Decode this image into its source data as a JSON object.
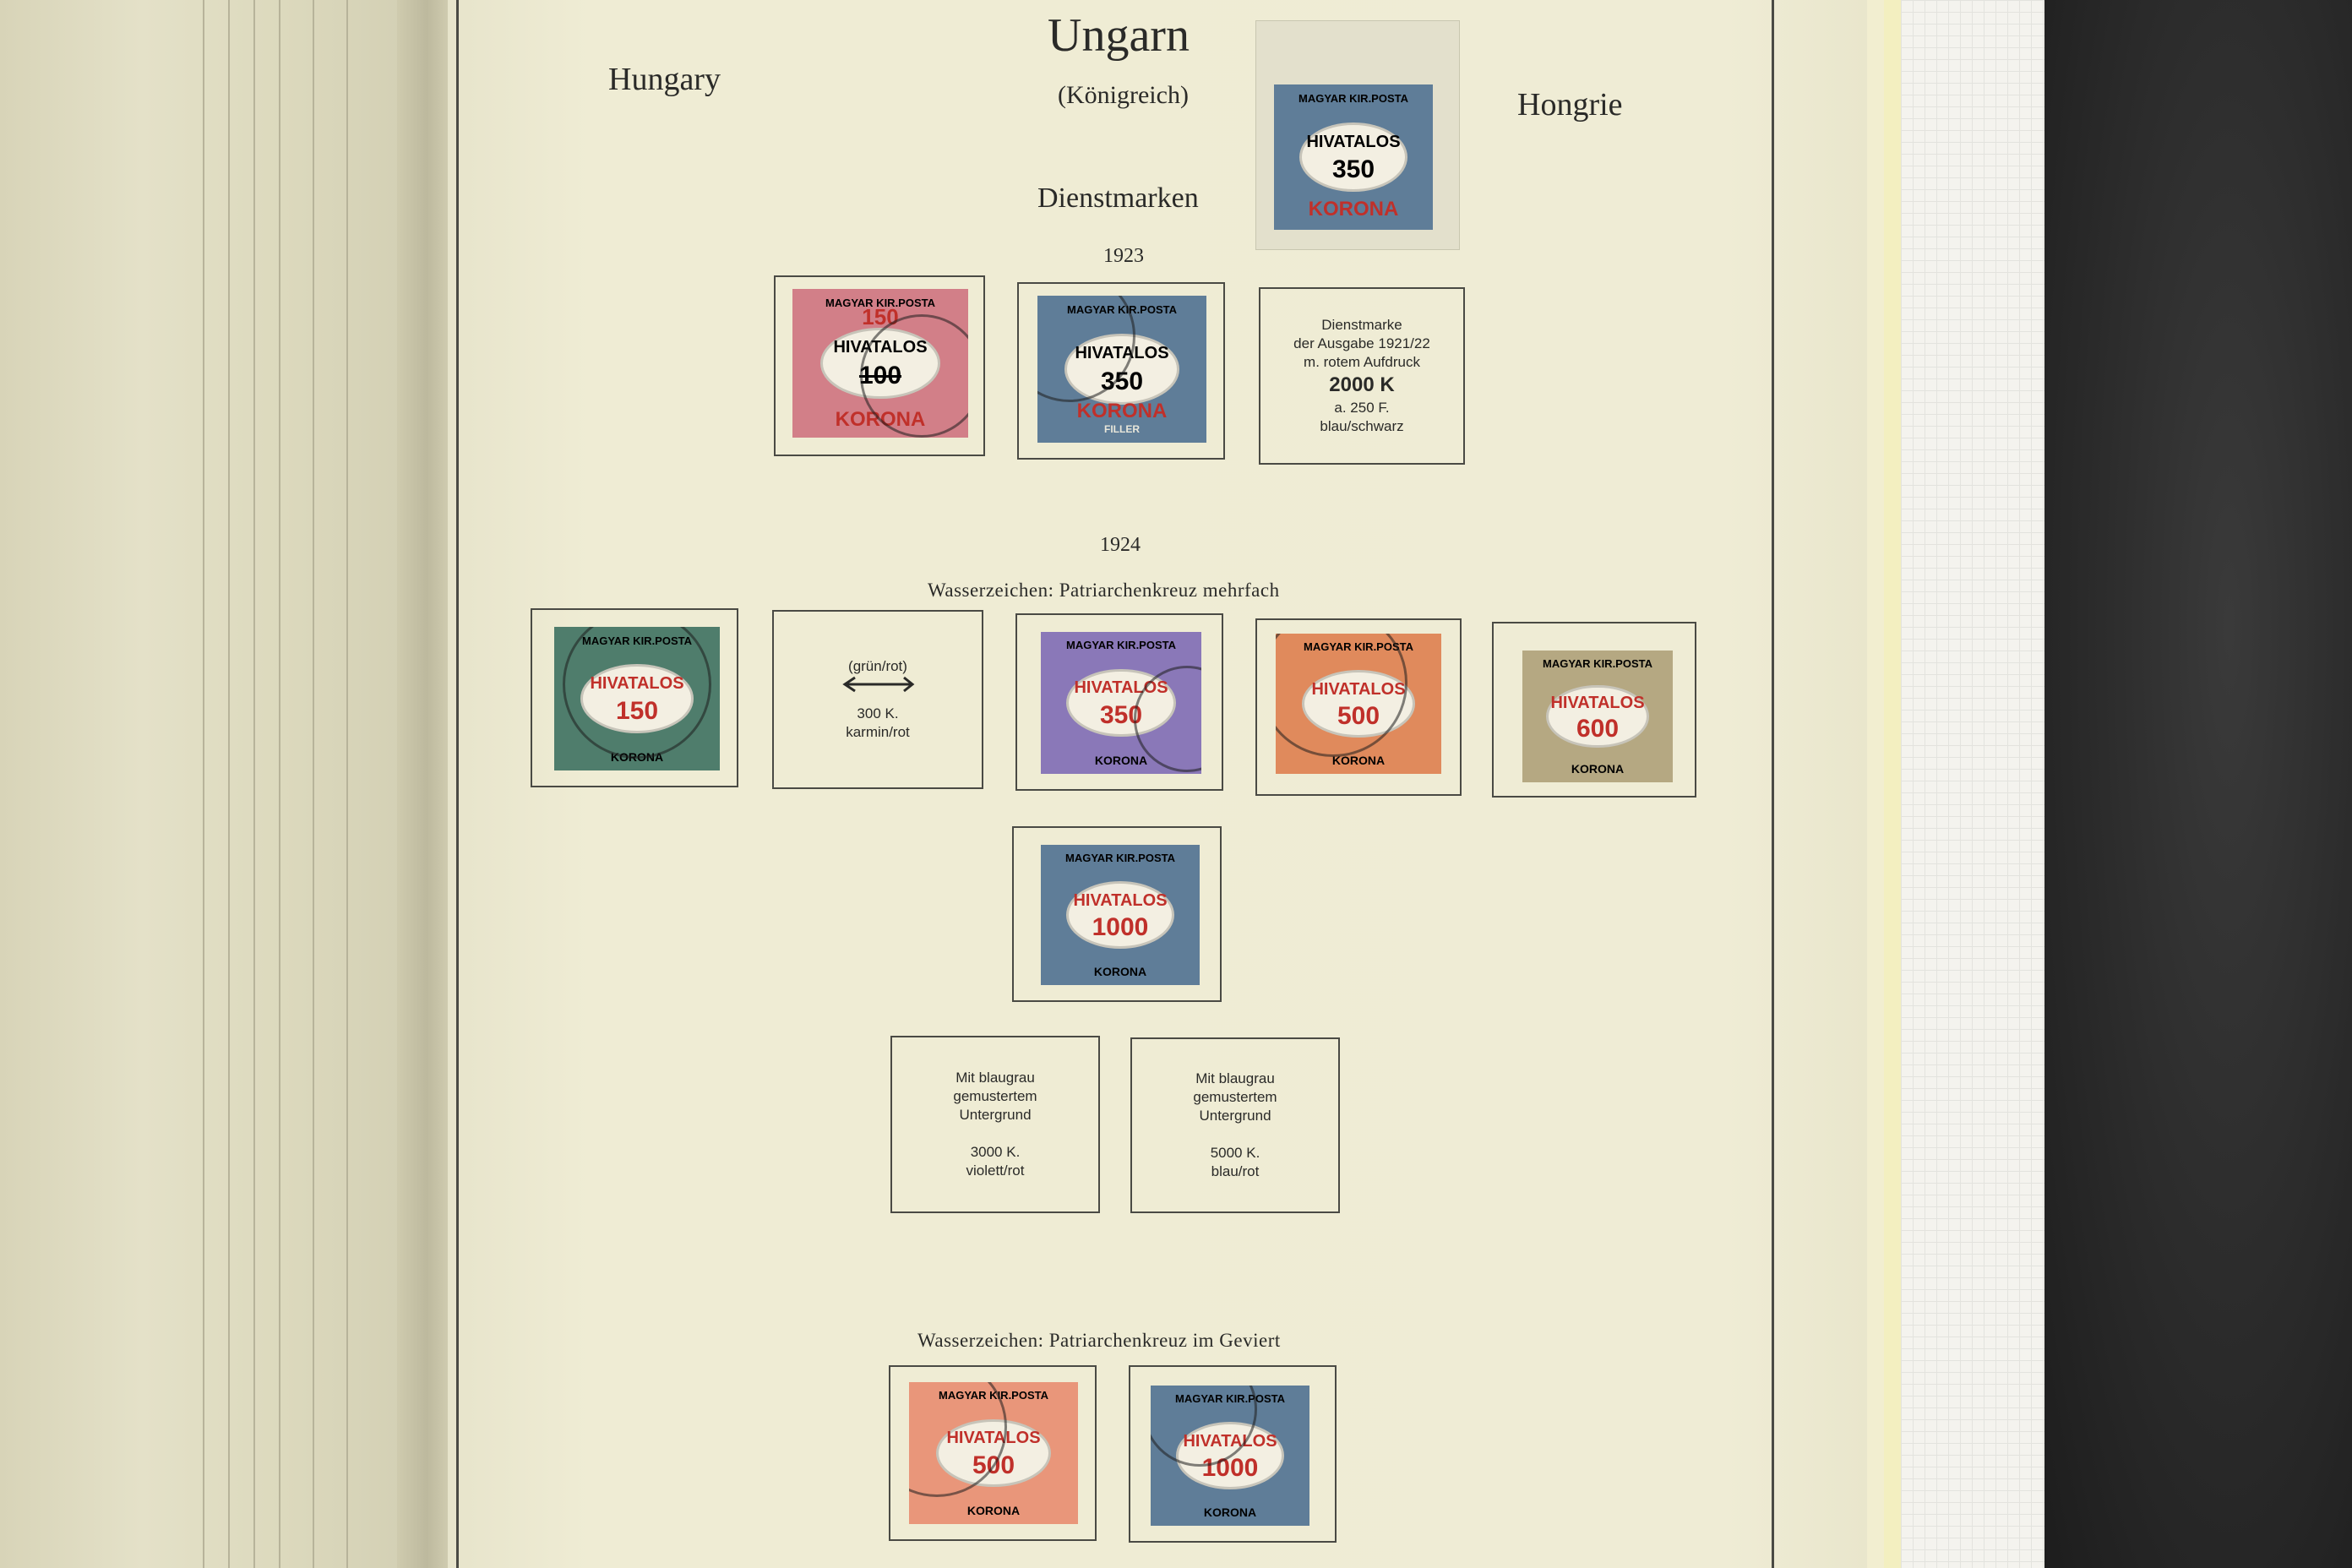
{
  "header": {
    "title": "Ungarn",
    "subtitle": "(Königreich)",
    "left_label": "Hungary",
    "right_label": "Hongrie",
    "section": "Dienstmarken"
  },
  "years": {
    "y1923": "1923",
    "y1924": "1924"
  },
  "watermarks": {
    "wz1": "Wasserzeichen: Patriarchenkreuz mehrfach",
    "wz2": "Wasserzeichen: Patriarchenkreuz im Geviert"
  },
  "stamp_texts": {
    "top": "MAGYAR KIR.POSTA",
    "hivatalos": "HIVATALOS",
    "korona": "KORONA",
    "filler": "FILLER"
  },
  "stamps": {
    "loose": {
      "value": "350",
      "overprint": "KORONA"
    },
    "s1923_1": {
      "value": "100",
      "overprint_value": "150",
      "overprint": "KORONA"
    },
    "s1923_2": {
      "value": "350",
      "overprint": "KORONA"
    },
    "s1924_1": {
      "value": "150"
    },
    "s1924_3": {
      "value": "350"
    },
    "s1924_4": {
      "value": "500"
    },
    "s1924_5": {
      "value": "600"
    },
    "s1924_6": {
      "value": "1000"
    },
    "sg_1": {
      "value": "500"
    },
    "sg_2": {
      "value": "1000"
    }
  },
  "placeholders": {
    "p1923": {
      "line1": "Dienstmarke",
      "line2": "der Ausgabe 1921/22",
      "line3": "m. rotem Aufdruck",
      "value": "2000 K",
      "line4": "a. 250 F.",
      "line5": "blau/schwarz"
    },
    "p1924": {
      "note": "(grün/rot)",
      "value": "300 K.",
      "color": "karmin/rot"
    },
    "p3000": {
      "line1": "Mit blaugrau",
      "line2": "gemustertem",
      "line3": "Untergrund",
      "value": "3000 K.",
      "color": "violett/rot"
    },
    "p5000": {
      "line1": "Mit blaugrau",
      "line2": "gemustertem",
      "line3": "Untergrund",
      "value": "5000 K.",
      "color": "blau/rot"
    }
  },
  "colors": {
    "blue_gray": "#5f7d98",
    "red": "#c0302a",
    "green": "#4f7d6c",
    "violet": "#8a78b8",
    "orange": "#e08a5c",
    "olive": "#b5a882",
    "pink": "#d27f88"
  }
}
